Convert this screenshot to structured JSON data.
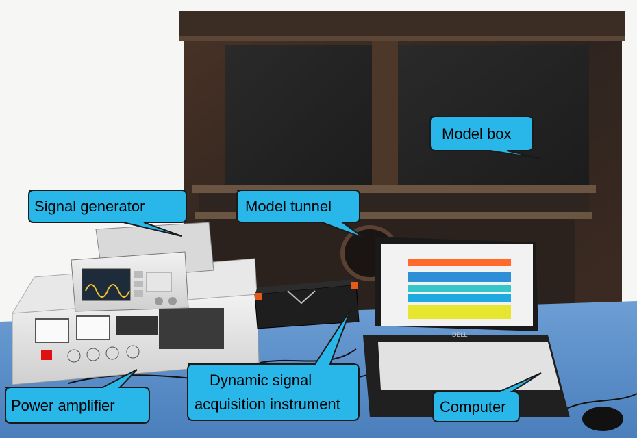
{
  "labels": {
    "model_box": "Model box",
    "signal_generator": "Signal generator",
    "model_tunnel": "Model tunnel",
    "power_amplifier": "Power amplifier",
    "dynamic_line1": "Dynamic signal",
    "dynamic_line2": "acquisition instrument",
    "computer": "Computer"
  },
  "colors": {
    "callout_fill": "#29b6e8",
    "callout_stroke": "#1a1a1a",
    "steel": "#3a2a20",
    "table": "#5b8fc9"
  },
  "icons": {
    "laptop_brand": "DELL"
  }
}
